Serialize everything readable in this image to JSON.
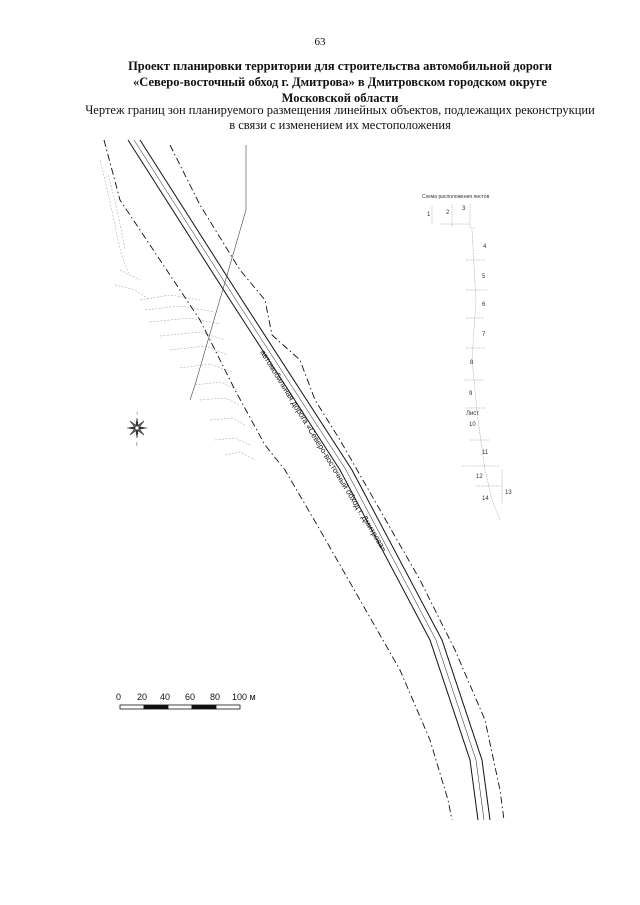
{
  "page_number": "63",
  "title_lines": [
    "Проект планировки территории для строительства автомобильной дороги",
    "«Северо-восточный обход г. Дмитрова» в Дмитровском городском округе",
    "Московской области"
  ],
  "subtitle_lines": [
    "Чертеж границ зон планируемого размещения линейных объектов, подлежащих реконструкции",
    "в связи с изменением их местоположения"
  ],
  "road_label": "автомобильная дорога «Северо-восточный обход г. Дмитрова»",
  "sheet_scheme": {
    "title": "Схема расположения листов",
    "sheet_word": "Лист",
    "sheets": [
      "1",
      "2",
      "3",
      "4",
      "5",
      "6",
      "7",
      "8",
      "9",
      "10",
      "11",
      "12",
      "13",
      "14"
    ]
  },
  "scale_bar": {
    "ticks": [
      "0",
      "20",
      "40",
      "60",
      "80",
      "100 м"
    ]
  },
  "north_arrow": {
    "top_label": "7",
    "bottom_label": "ξ"
  }
}
